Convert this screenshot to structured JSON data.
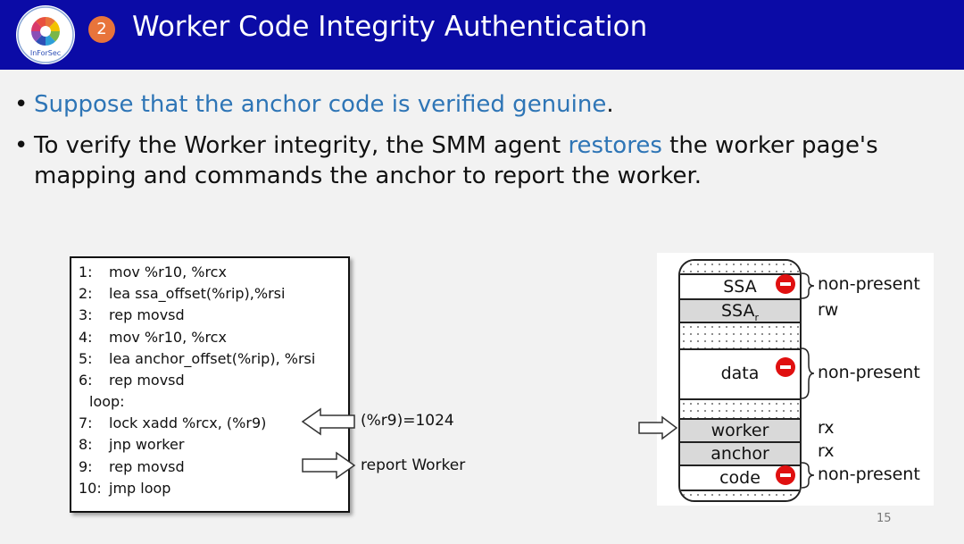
{
  "header": {
    "badge": "2",
    "title": "Worker Code Integrity Authentication",
    "logo_text": "InForSec"
  },
  "bullets": [
    {
      "marker": "•",
      "parts": [
        {
          "text": "Suppose that the anchor code is verified genuine",
          "color": "blue"
        },
        {
          "text": ".",
          "color": "black"
        }
      ]
    },
    {
      "marker": "•",
      "parts": [
        {
          "text": "To verify the Worker integrity, the SMM agent ",
          "color": "black"
        },
        {
          "text": "restores",
          "color": "blue"
        },
        {
          "text": " the worker page's mapping and commands the anchor to report the worker.",
          "color": "black"
        }
      ]
    }
  ],
  "code": [
    {
      "num": "1:",
      "text": "mov %r10, %rcx"
    },
    {
      "num": "2:",
      "text": "lea ssa_offset(%rip),%rsi"
    },
    {
      "num": "3:",
      "text": "rep movsd"
    },
    {
      "num": "4:",
      "text": "mov %r10, %rcx"
    },
    {
      "num": "5:",
      "text": "lea anchor_offset(%rip), %rsi"
    },
    {
      "num": "6:",
      "text": "rep movsd"
    },
    {
      "num": "",
      "text": "loop:"
    },
    {
      "num": "7:",
      "text": "lock xadd %rcx, (%r9)"
    },
    {
      "num": "8:",
      "text": "jnp worker"
    },
    {
      "num": "9:",
      "text": "rep movsd"
    },
    {
      "num": "10:",
      "text": "jmp loop"
    }
  ],
  "annotations": {
    "r9_value": "(%r9)=1024",
    "report": "report Worker"
  },
  "memory": {
    "ssa": "SSA",
    "ssa_r": "SSA",
    "ssa_r_sub": "r",
    "data": "data",
    "worker": "worker",
    "anchor": "anchor",
    "code": "code",
    "labels": {
      "ssa": "non-present",
      "ssa_r": "rw",
      "data": "non-present",
      "worker": "rx",
      "anchor": "rx",
      "code": "non-present"
    }
  },
  "page_number": "15",
  "colors": {
    "header_bg": "#0b0ba6",
    "accent_blue": "#2e75b6",
    "badge": "#e8743b",
    "minus_red": "#e01010"
  }
}
